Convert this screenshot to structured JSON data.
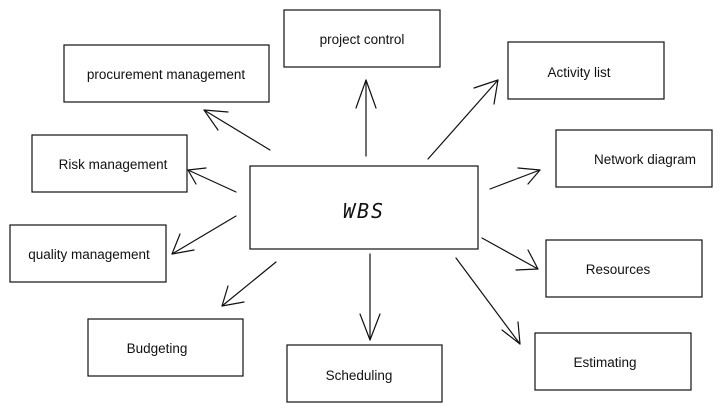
{
  "diagram": {
    "center": {
      "label": "WBS"
    },
    "nodes": [
      {
        "id": "project-control",
        "label": "project control"
      },
      {
        "id": "procurement-management",
        "label": "procurement management"
      },
      {
        "id": "activity-list",
        "label": "Activity list"
      },
      {
        "id": "risk-management",
        "label": "Risk management"
      },
      {
        "id": "network-diagram",
        "label": "Network diagram"
      },
      {
        "id": "quality-management",
        "label": "quality management"
      },
      {
        "id": "resources",
        "label": "Resources"
      },
      {
        "id": "budgeting",
        "label": "Budgeting"
      },
      {
        "id": "estimating",
        "label": "Estimating"
      },
      {
        "id": "scheduling",
        "label": "Scheduling"
      }
    ],
    "colors": {
      "stroke": "#111111",
      "fill": "#ffffff"
    }
  }
}
